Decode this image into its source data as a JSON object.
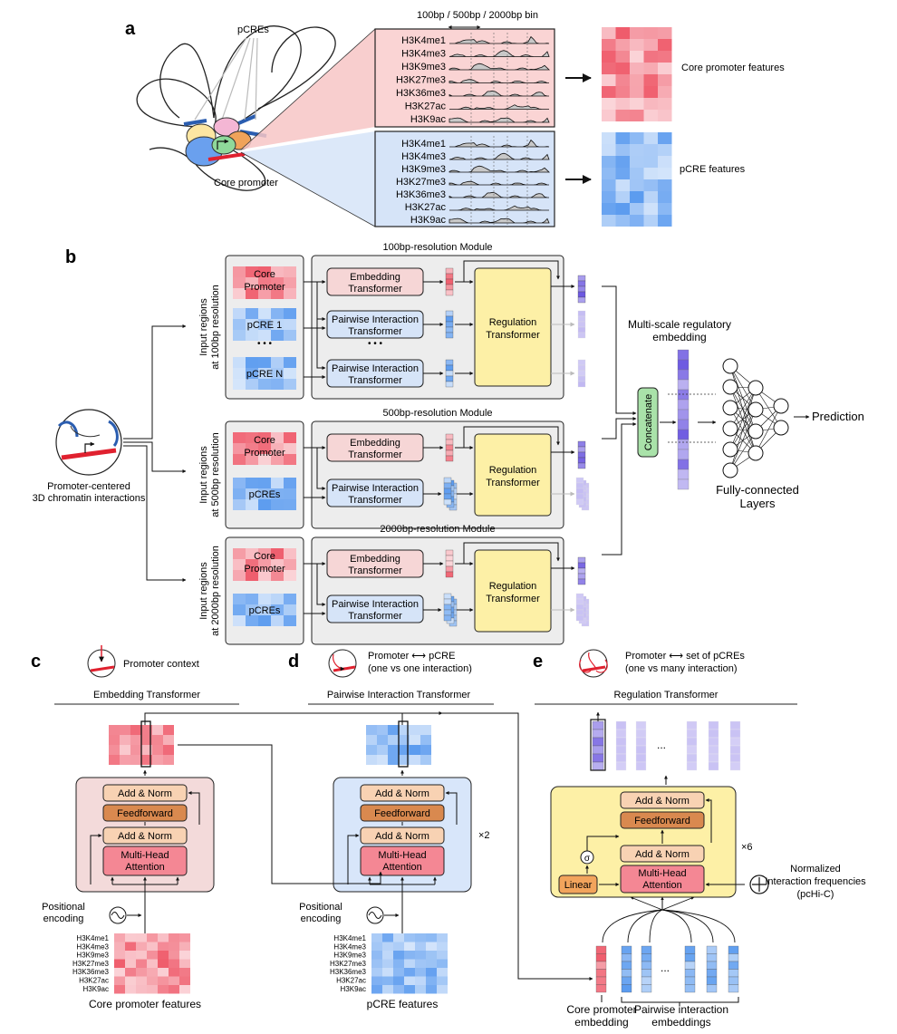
{
  "panels": {
    "a": "a",
    "b": "b",
    "c": "c",
    "d": "d",
    "e": "e"
  },
  "colors": {
    "red": "#ef5b6b",
    "pink": "#f6c9cc",
    "blue": "#5b9bef",
    "lightblue": "#cfe2fb",
    "yellow": "#fdf0a6",
    "purple": "#6b57e0",
    "green": "#a9e2a9",
    "orange": "#f2a45c",
    "gray": "#ededed"
  },
  "panel_a": {
    "bin_label": "100bp / 500bp / 2000bp bin",
    "pcres_label": "pCREs",
    "core_promoter_label": "Core promoter",
    "marks": [
      "H3K4me1",
      "H3K4me3",
      "H3K9me3",
      "H3K27me3",
      "H3K36me3",
      "H3K27ac",
      "H3K9ac"
    ],
    "core_features": "Core promoter features",
    "pcre_features": "pCRE features"
  },
  "panel_b": {
    "left_label_1": "Promoter-centered",
    "left_label_2": "3D chromatin interactions",
    "modules": [
      {
        "title": "100bp-resolution Module",
        "side_1": "Input regions",
        "side_2": "at 100bp resolution"
      },
      {
        "title": "500bp-resolution Module",
        "side_1": "Input regions",
        "side_2": "at 500bp resolution"
      },
      {
        "title": "2000bp-resolution Module",
        "side_1": "Input regions",
        "side_2": "at 2000bp resolution"
      }
    ],
    "core_1": "Core",
    "core_2": "Promoter",
    "pcre1": "pCRE 1",
    "pcren": "pCRE N",
    "pcres": "pCREs",
    "embed_1": "Embedding",
    "embed_2": "Transformer",
    "pair_1": "Pairwise Interaction",
    "pair_2": "Transformer",
    "reg_1": "Regulation",
    "reg_2": "Transformer",
    "dots": "• • •",
    "concat": "Concatenate",
    "multiscale_1": "Multi-scale regulatory",
    "multiscale_2": "embedding",
    "fc_1": "Fully-connected",
    "fc_2": "Layers",
    "prediction": "Prediction"
  },
  "panel_c": {
    "context": "Promoter context",
    "title": "Embedding Transformer",
    "add_norm": "Add & Norm",
    "feedforward": "Feedforward",
    "mha_1": "Multi-Head",
    "mha_2": "Attention",
    "pos_1": "Positional",
    "pos_2": "encoding",
    "features": "Core promoter features"
  },
  "panel_d": {
    "context_1": "Promoter ⟷ pCRE",
    "context_2": "(one vs one interaction)",
    "title": "Pairwise Interaction Transformer",
    "times": "×2",
    "features": "pCRE features"
  },
  "panel_e": {
    "context_1": "Promoter ⟷ set of pCREs",
    "context_2": "(one vs many interaction)",
    "title": "Regulation Transformer",
    "times": "×6",
    "sigma": "σ",
    "linear": "Linear",
    "norm_1": "Normalized",
    "norm_2": "Interaction frequencies",
    "norm_3": "(pcHi-C)",
    "core_emb_1": "Core promoter",
    "core_emb_2": "embedding",
    "pair_emb_1": "Pairwise interaction",
    "pair_emb_2": "embeddings",
    "ellipsis": "..."
  }
}
